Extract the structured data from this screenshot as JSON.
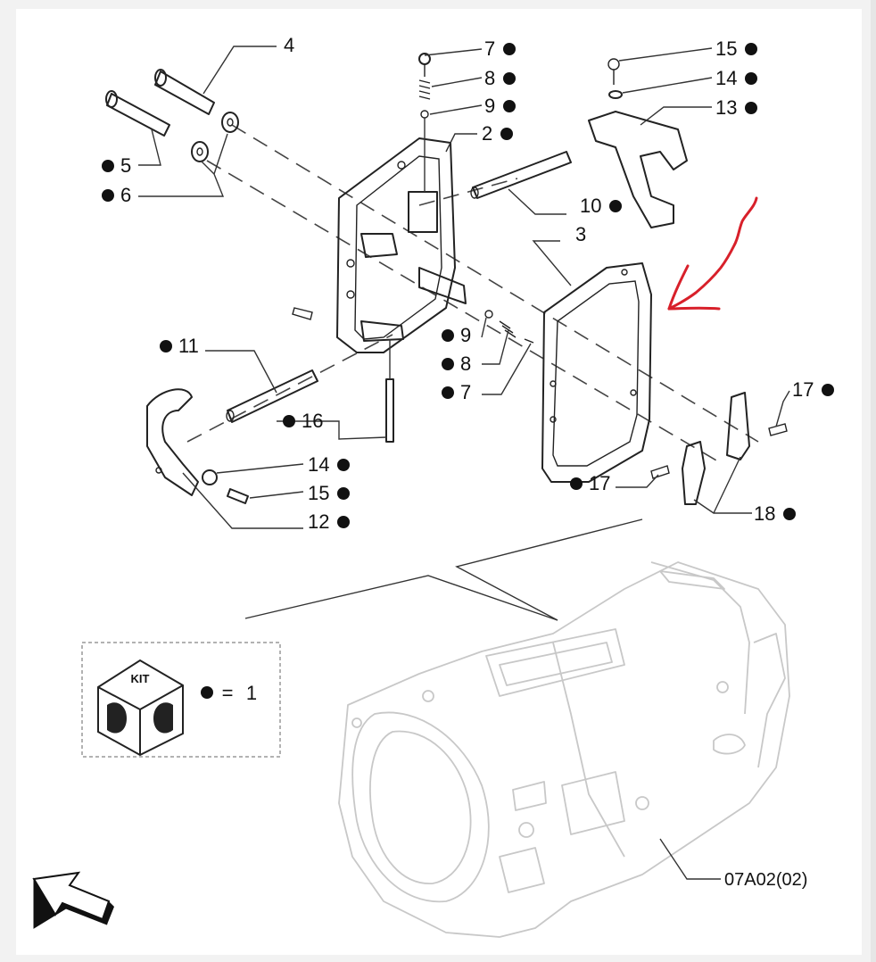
{
  "figure": {
    "drawing_code": "07A02(02)",
    "kit_legend": {
      "kit_text": "KIT",
      "equals": "=",
      "value": "1"
    },
    "labels": [
      {
        "id": "p4",
        "text": "4",
        "kit": false
      },
      {
        "id": "p7",
        "text": "7",
        "kit": true
      },
      {
        "id": "p8",
        "text": "8",
        "kit": true
      },
      {
        "id": "p9",
        "text": "9",
        "kit": true
      },
      {
        "id": "p2",
        "text": "2",
        "kit": true
      },
      {
        "id": "p15a",
        "text": "15",
        "kit": true
      },
      {
        "id": "p14a",
        "text": "14",
        "kit": true
      },
      {
        "id": "p13",
        "text": "13",
        "kit": true
      },
      {
        "id": "p5",
        "text": "5",
        "kit": true
      },
      {
        "id": "p6",
        "text": "6",
        "kit": true
      },
      {
        "id": "p10",
        "text": "10",
        "kit": true
      },
      {
        "id": "p3",
        "text": "3",
        "kit": false
      },
      {
        "id": "p11",
        "text": "11",
        "kit": true
      },
      {
        "id": "p9b",
        "text": "9",
        "kit": true
      },
      {
        "id": "p8b",
        "text": "8",
        "kit": true
      },
      {
        "id": "p7b",
        "text": "7",
        "kit": true
      },
      {
        "id": "p16",
        "text": "16",
        "kit": true
      },
      {
        "id": "p17a",
        "text": "17",
        "kit": true
      },
      {
        "id": "p14b",
        "text": "14",
        "kit": true
      },
      {
        "id": "p15b",
        "text": "15",
        "kit": true
      },
      {
        "id": "p12",
        "text": "12",
        "kit": true
      },
      {
        "id": "p17b",
        "text": "17",
        "kit": true
      },
      {
        "id": "p18",
        "text": "18",
        "kit": true
      }
    ]
  },
  "colors": {
    "line": "#222222",
    "ghost": "#c8c8c8",
    "marker": "#d8202a",
    "background": "#ffffff"
  },
  "icons": {
    "kit": "kit-box-icon",
    "bullet": "filled-circle",
    "navigation": "back-arrow-icon",
    "annotation": "red-hand-drawn-arrow"
  }
}
